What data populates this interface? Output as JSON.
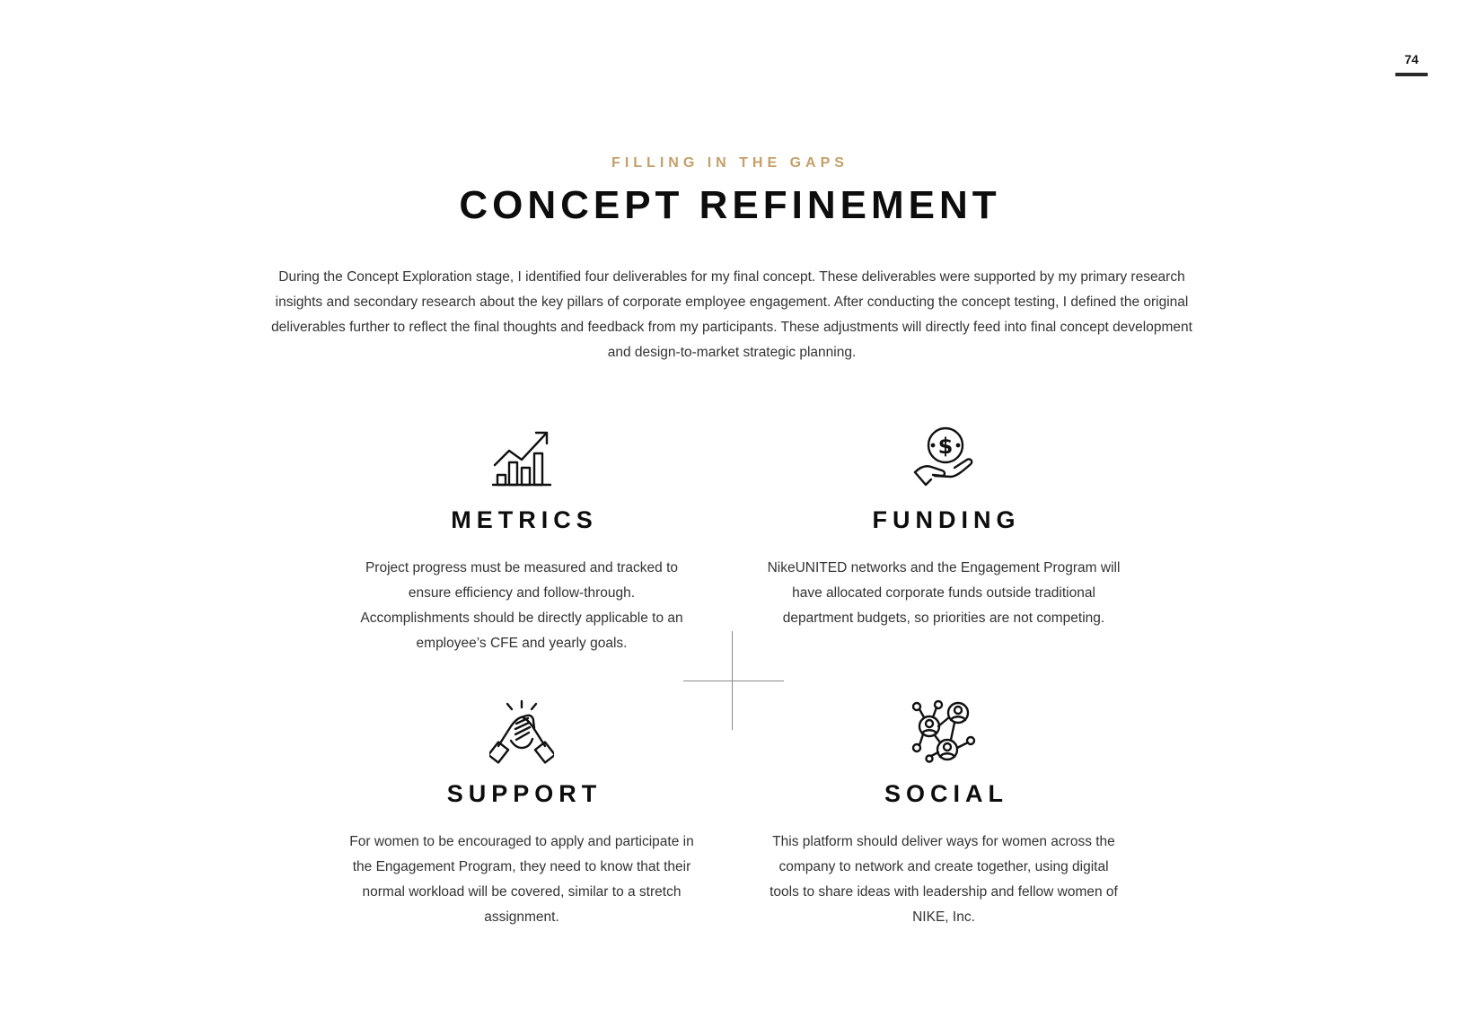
{
  "page": {
    "number": "74"
  },
  "header": {
    "eyebrow": "FILLING IN THE GAPS",
    "title": "CONCEPT REFINEMENT",
    "intro": "During the Concept Exploration stage, I identified four deliverables for my final concept.  These deliverables were supported by my primary research insights and secondary research about the key pillars of corporate employee engagement.  After conducting the concept testing, I defined the original deliverables further to reflect the final thoughts and feedback from my participants.  These adjustments will directly feed into final concept development and design-to-market strategic planning."
  },
  "cards": {
    "metrics": {
      "icon": "growth-chart-icon",
      "heading": "METRICS",
      "body": "Project progress must be measured and tracked to ensure efficiency and follow-through. Accomplishments should be directly applicable to an employee’s CFE and yearly goals."
    },
    "funding": {
      "icon": "hand-dollar-coin-icon",
      "heading": "FUNDING",
      "body": "NikeUNITED networks and the Engagement Program will have allocated corporate funds outside traditional department budgets, so priorities are not competing."
    },
    "support": {
      "icon": "handshake-icon",
      "heading": "SUPPORT",
      "body": "For women to be encouraged to apply and participate in the Engagement Program, they need to know that their normal workload will be covered, similar to a stretch assignment."
    },
    "social": {
      "icon": "people-network-icon",
      "heading": "SOCIAL",
      "body": "This platform should deliver ways for women across the company to network and create together, using digital tools to share ideas with leadership and fellow women of NIKE, Inc."
    }
  },
  "colors": {
    "accent": "#c4a06a",
    "heading": "#0d0d0d",
    "body_text": "#333333",
    "divider": "#8a8a8a"
  }
}
